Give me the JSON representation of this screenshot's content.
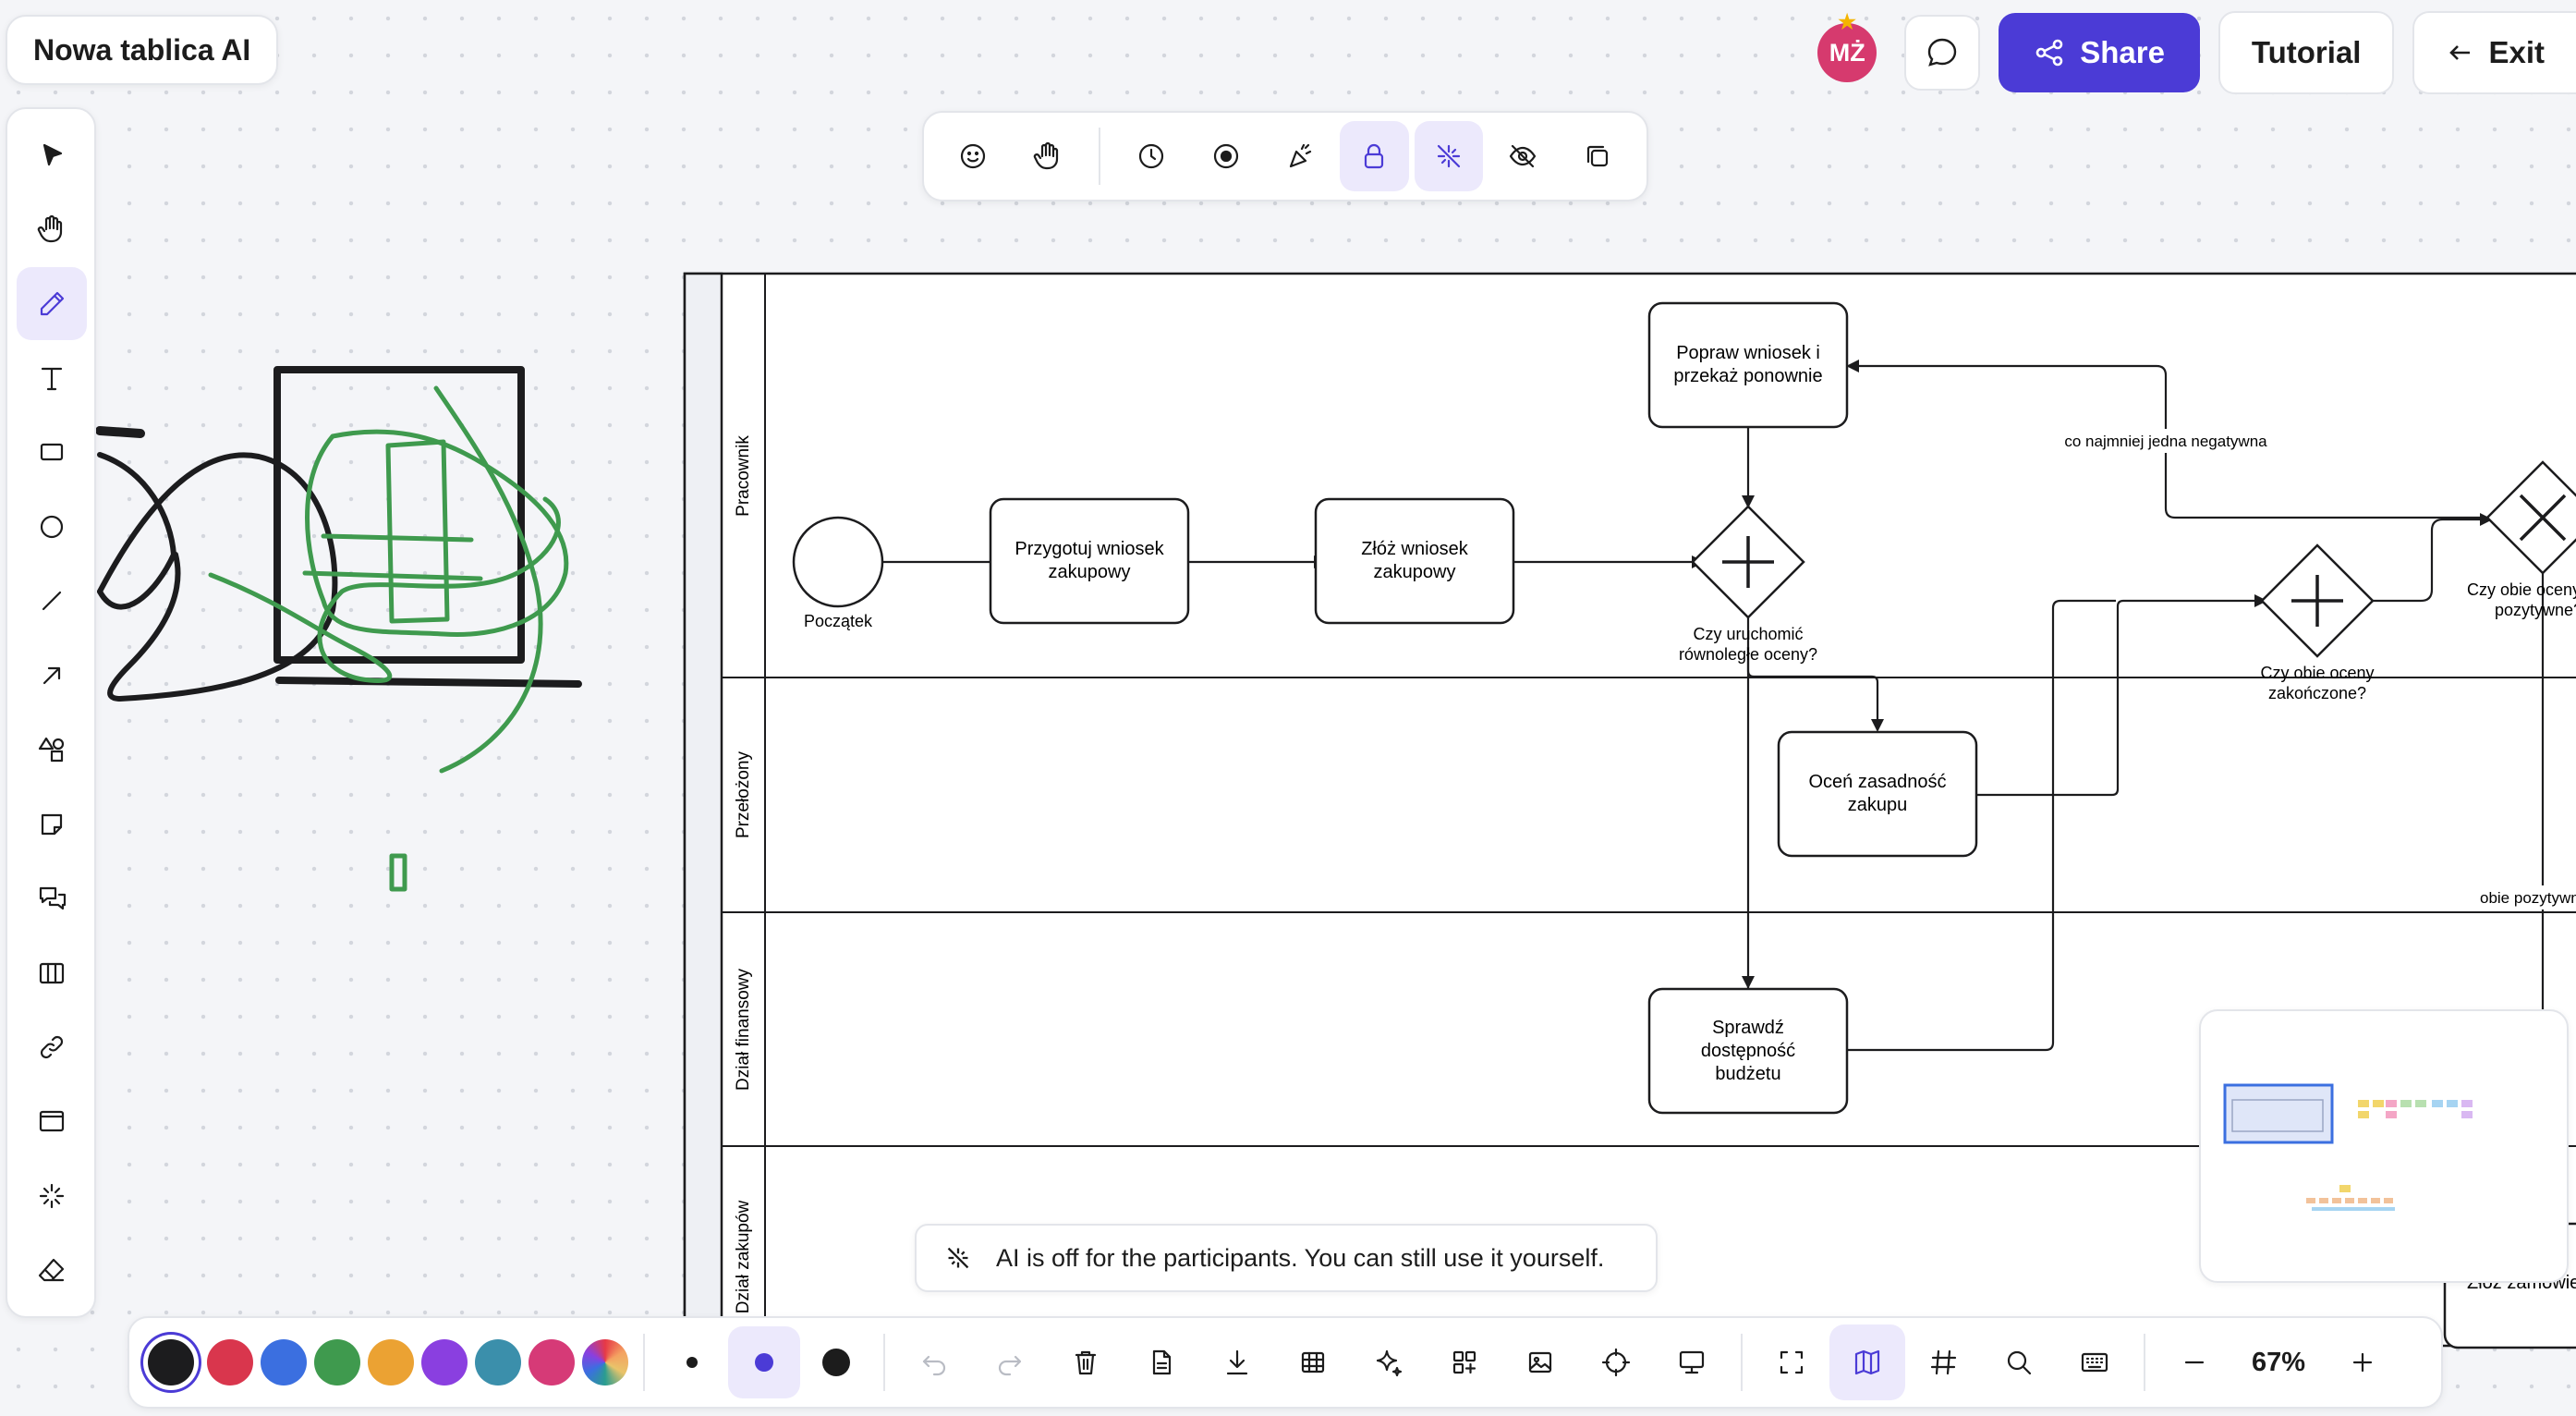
{
  "board": {
    "title": "Nowa tablica AI"
  },
  "header": {
    "avatar_initials": "MŻ",
    "share_label": "Share",
    "tutorial_label": "Tutorial",
    "exit_label": "Exit"
  },
  "left_toolbar": {
    "tools": [
      "cursor-icon",
      "hand-icon",
      "pencil-icon",
      "text-icon",
      "rectangle-icon",
      "circle-icon",
      "line-icon",
      "arrow-icon",
      "shapes-icon",
      "sticky-note-icon",
      "comments-icon",
      "table-icon",
      "link-icon",
      "frame-icon",
      "ai-sparkle-icon",
      "eraser-icon"
    ],
    "active_tool": "pencil-icon"
  },
  "top_toolbar": {
    "tools": [
      "reactions-icon",
      "raise-hand-icon",
      "timer-icon",
      "record-icon",
      "celebrate-icon",
      "lock-icon",
      "ai-off-icon",
      "hide-icon",
      "duplicate-icon"
    ],
    "active_tools": [
      "lock-icon",
      "ai-off-icon"
    ]
  },
  "diagram": {
    "lanes": [
      "Pracownik",
      "Przełożony",
      "Dział finansowy",
      "Dział zakupów"
    ],
    "nodes": {
      "start": "Początek",
      "prepare": [
        "Przygotuj wniosek",
        "zakupowy"
      ],
      "submit": [
        "Złóż wniosek",
        "zakupowy"
      ],
      "fix": [
        "Popraw wniosek i",
        "przekaż ponownie"
      ],
      "gateway1": [
        "Czy uruchomić",
        "równoległe oceny?"
      ],
      "assess": [
        "Oceń zasadność",
        "zakupu"
      ],
      "budget": [
        "Sprawdź",
        "dostępność",
        "budżetu"
      ],
      "gateway2": [
        "Czy obie oceny",
        "zakończone?"
      ],
      "gateway3": [
        "Czy obie oceny",
        "pozytywne?"
      ],
      "order": "Złóż zamówienie"
    },
    "edge_labels": {
      "negative": "co najmniej jedna negatywna",
      "positive": "obie pozytywne"
    }
  },
  "notice": {
    "text": "AI is off for the participants. You can still use it yourself."
  },
  "bottom_toolbar": {
    "colors": [
      "#1c1c1e",
      "#d9364d",
      "#3b6fe0",
      "#3f9a4e",
      "#eba233",
      "#8a3fe0",
      "#3b8fab",
      "#d63a77"
    ],
    "selected_color": "#1c1c1e",
    "stroke_sizes": [
      "small",
      "medium",
      "large"
    ],
    "selected_stroke": "medium",
    "zoom": "67%"
  }
}
